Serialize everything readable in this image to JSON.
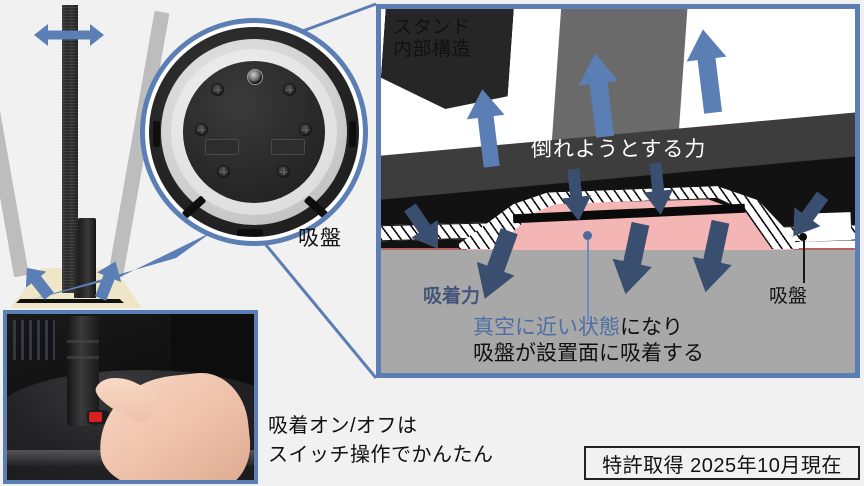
{
  "colors": {
    "accent_blue": "#5b7eb5",
    "arrow_up_blue": "#5b7eb5",
    "arrow_down_navy": "#3a4f70",
    "cavity_pink": "#f4b5b5",
    "ground_grey": "#a8a8a8",
    "background": "#f1f1f1",
    "switch_red": "#d81f1f"
  },
  "monitor": {
    "name": "monitor-side-view",
    "tilt_arrow": "double-headed-horizontal-arrow",
    "base_arrow_left": "up-left-arrow",
    "base_arrow_right": "up-right-arrow"
  },
  "circle_callout": {
    "label": "吸盤",
    "content": "stand-base-underside-photo"
  },
  "diagram": {
    "title": "スタンド\n内部構造",
    "force_label": "倒れようとする力",
    "suction_force_label": "吸着力",
    "suction_cup_label": "吸盤",
    "vacuum_text_highlight": "真空に近い状態",
    "vacuum_text_rest": "になり",
    "vacuum_text_line2": "吸盤が設置面に吸着する",
    "arrows": {
      "up_count": 3,
      "down_upper_count": 3,
      "down_lower_count": 4
    }
  },
  "photo": {
    "name": "hand-pressing-switch-photo",
    "switch_color": "#d81f1f"
  },
  "captions": {
    "switch_caption": "吸着オン/オフは\nスイッチ操作でかんたん",
    "patent_note": "特許取得 2025年10月現在"
  }
}
